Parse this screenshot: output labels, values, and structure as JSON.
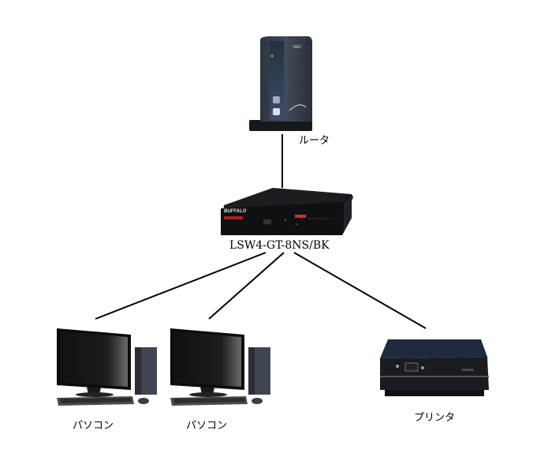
{
  "diagram": {
    "nodes": {
      "router": {
        "label": "ルータ",
        "brand": "NEC",
        "icon": "wireless-router-icon"
      },
      "switch": {
        "label": "LSW4-GT-8NS/BK",
        "brand": "BUFFALO",
        "icon": "network-switch-icon"
      },
      "pc1": {
        "label": "パソコン",
        "icon": "desktop-pc-icon"
      },
      "pc2": {
        "label": "パソコン",
        "icon": "desktop-pc-icon"
      },
      "printer": {
        "label": "プリンタ",
        "brand": "EPSON",
        "icon": "printer-icon"
      }
    },
    "edges": [
      {
        "from": "router",
        "to": "switch"
      },
      {
        "from": "switch",
        "to": "pc1"
      },
      {
        "from": "switch",
        "to": "pc2"
      },
      {
        "from": "switch",
        "to": "printer"
      }
    ]
  }
}
